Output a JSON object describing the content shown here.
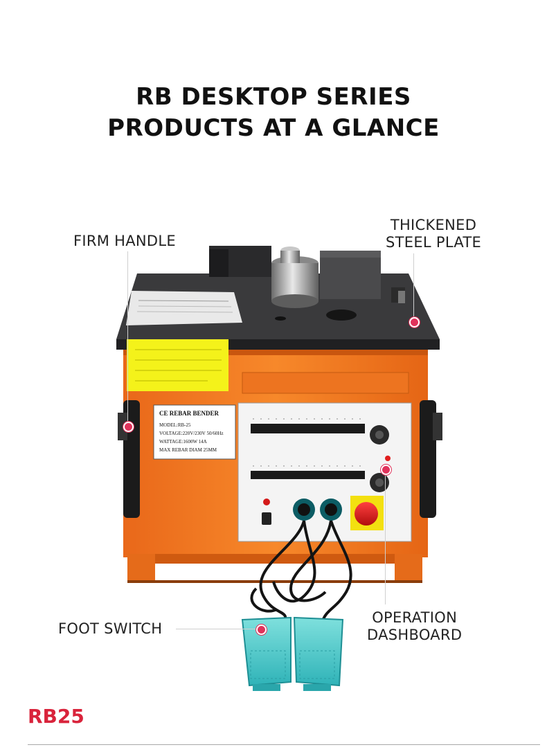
{
  "heading": {
    "line1": "RB DESKTOP SERIES",
    "line2": "PRODUCTS AT A GLANCE"
  },
  "callouts": {
    "firm_handle": "FIRM HANDLE",
    "thickened_line1": "THICKENED",
    "thickened_line2": "STEEL PLATE",
    "foot_switch": "FOOT SWITCH",
    "operation_line1": "OPERATION",
    "operation_line2": "DASHBOARD"
  },
  "nameplate": {
    "title": "CE    REBAR BENDER",
    "model": "MODEL:RB-25",
    "voltage": "VOLTAGE:220V/230V   50/60Hz",
    "wattage": "WATTAGE:1600W     14A",
    "max_diam": "MAX REBAR DIAM  25MM"
  },
  "model_tag": "RB25",
  "colors": {
    "accent_red": "#d9233b",
    "callout_dot": "#e0325b",
    "body_orange": "#f47a1f",
    "pedal_teal": "#3fc7c7"
  }
}
